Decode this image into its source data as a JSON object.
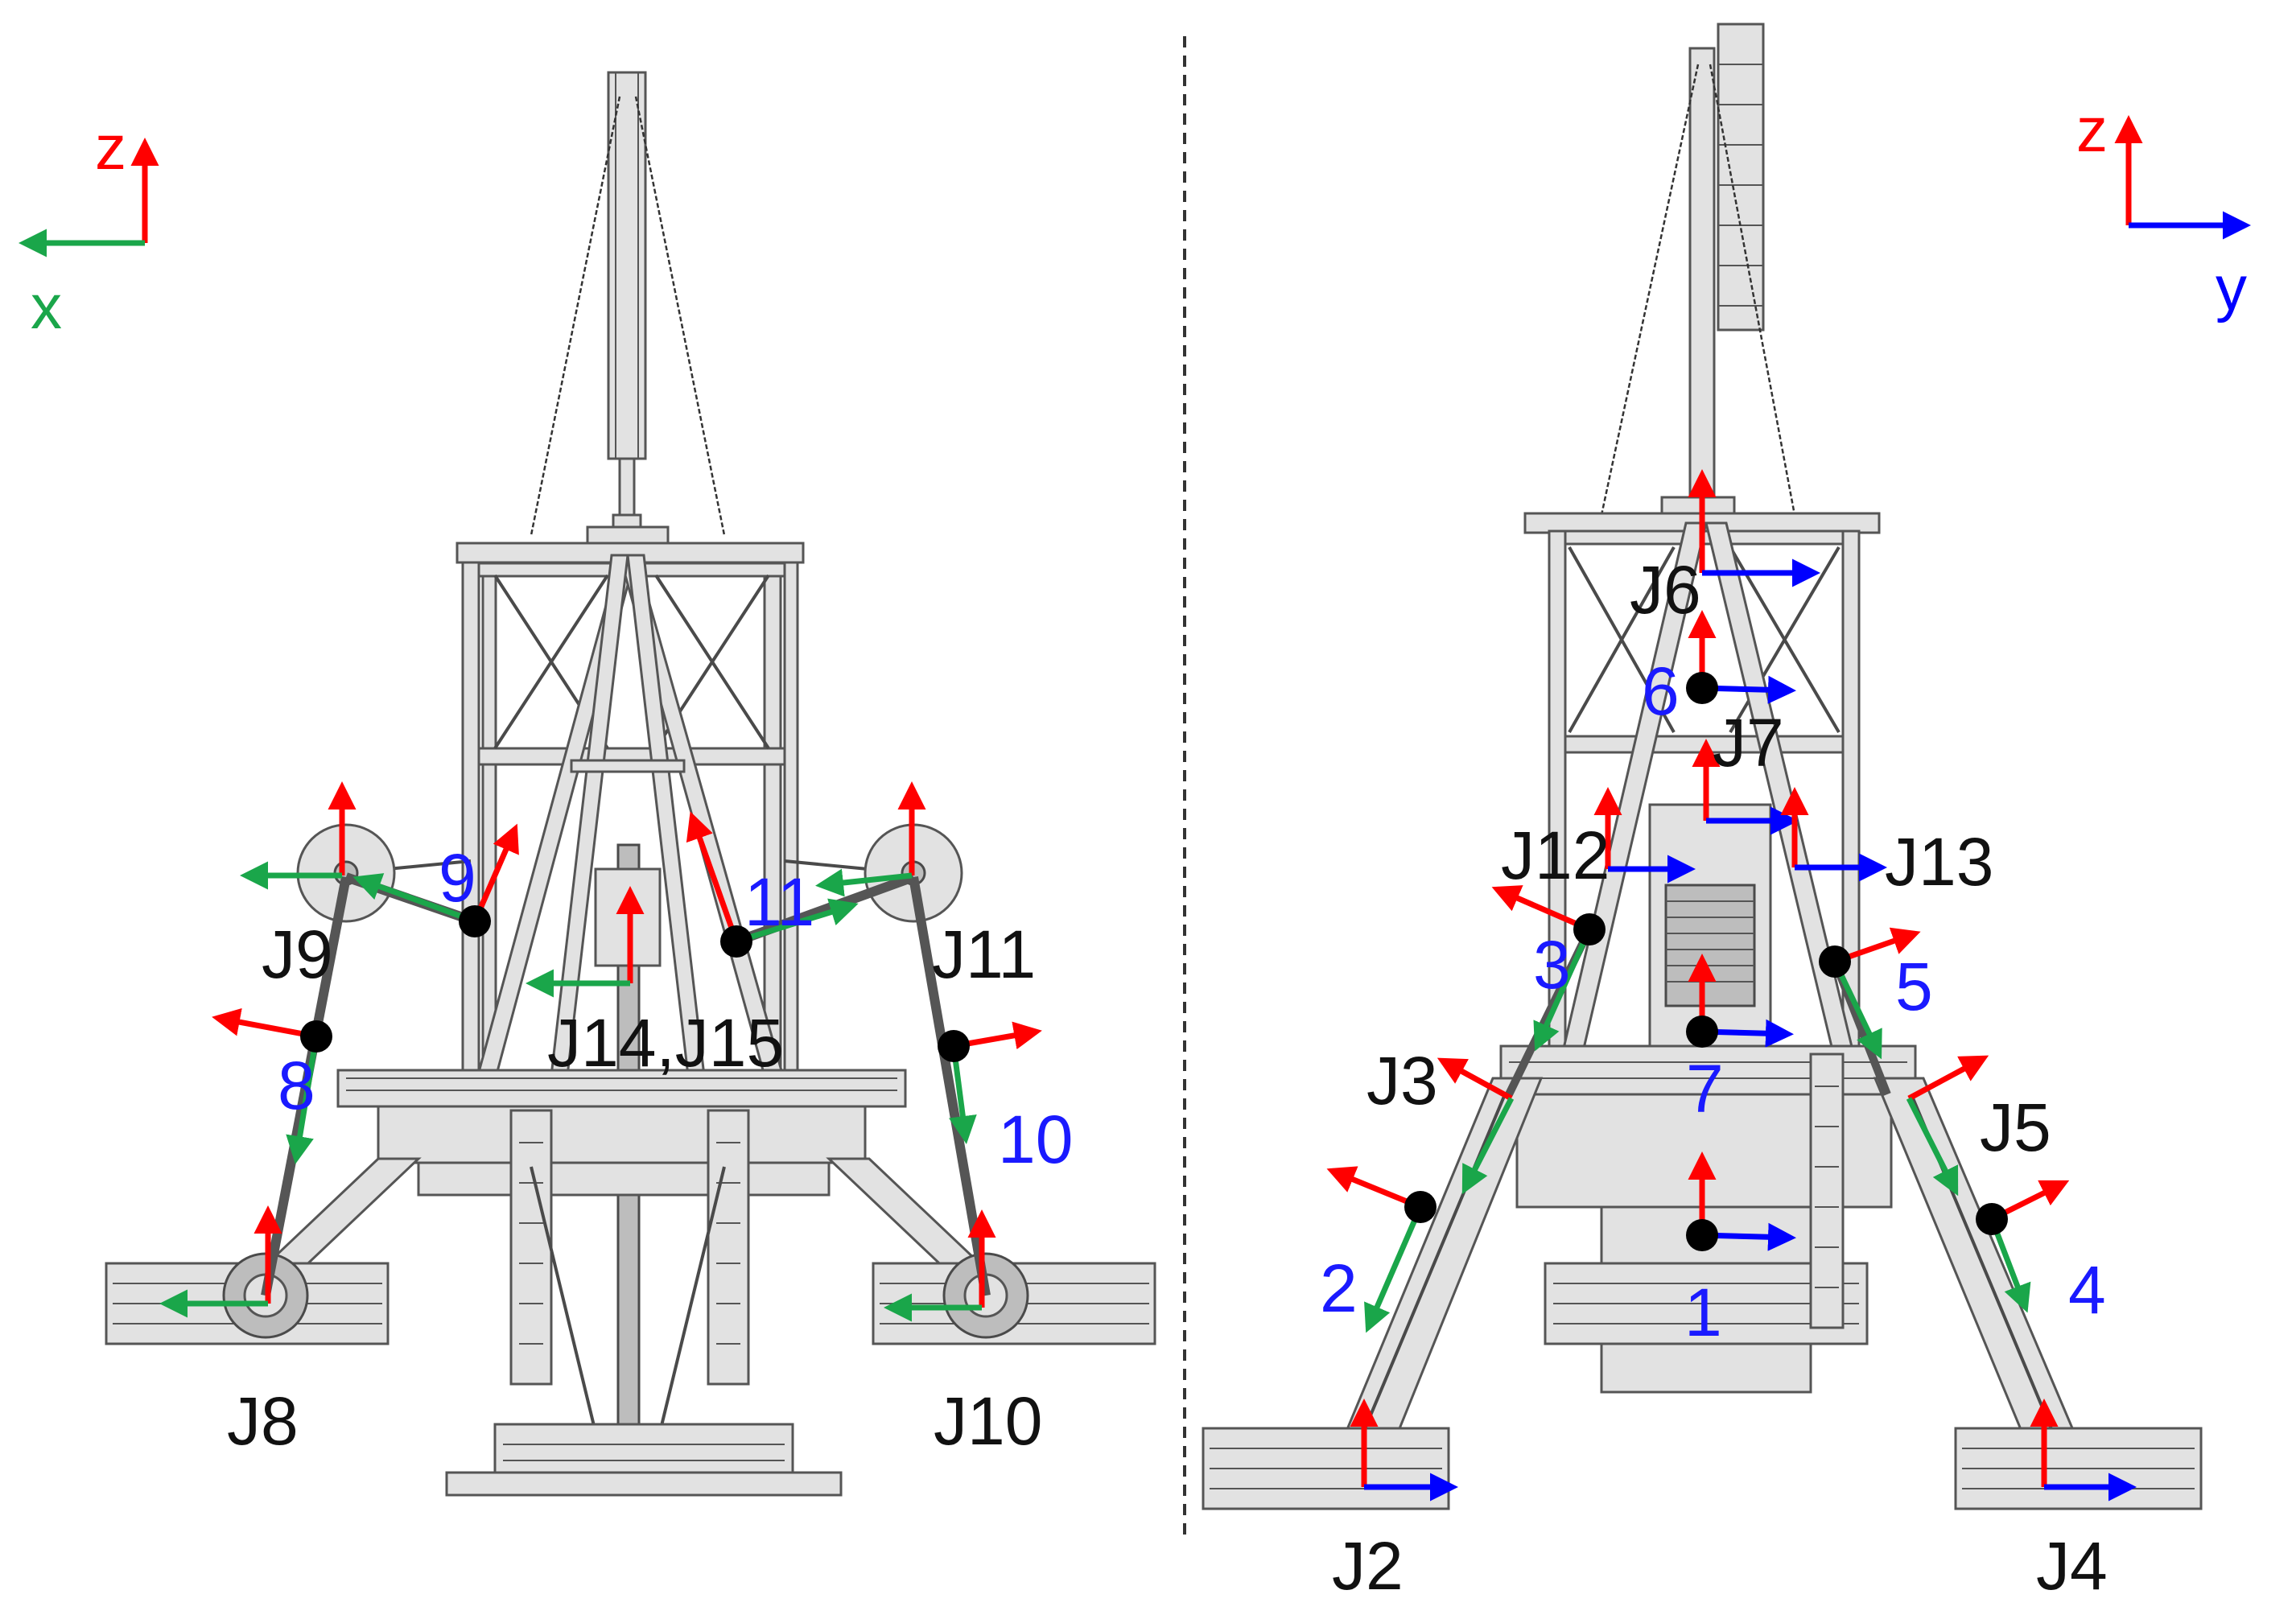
{
  "colors": {
    "z_axis": "#ff0000",
    "x_axis": "#1aa64a",
    "y_axis": "#0000ff",
    "link_number": "#1a1aff",
    "joint_label": "#111111",
    "joint_dot": "#000000",
    "divider": "#333333"
  },
  "left_view": {
    "axis_legend": {
      "z_label": "z",
      "x_label": "x"
    },
    "joints": {
      "j8": "J8",
      "j9": "J9",
      "j10": "J10",
      "j11": "J11",
      "j14_j15": "J14,J15"
    },
    "links": {
      "l8": "8",
      "l9": "9",
      "l10": "10",
      "l11": "11"
    }
  },
  "right_view": {
    "axis_legend": {
      "z_label": "z",
      "y_label": "y"
    },
    "joints": {
      "j2": "J2",
      "j3": "J3",
      "j4": "J4",
      "j5": "J5",
      "j6": "J6",
      "j7": "J7",
      "j12": "J12",
      "j13": "J13"
    },
    "links": {
      "l1": "1",
      "l2": "2",
      "l3": "3",
      "l4": "4",
      "l5": "5",
      "l6": "6",
      "l7": "7"
    }
  }
}
